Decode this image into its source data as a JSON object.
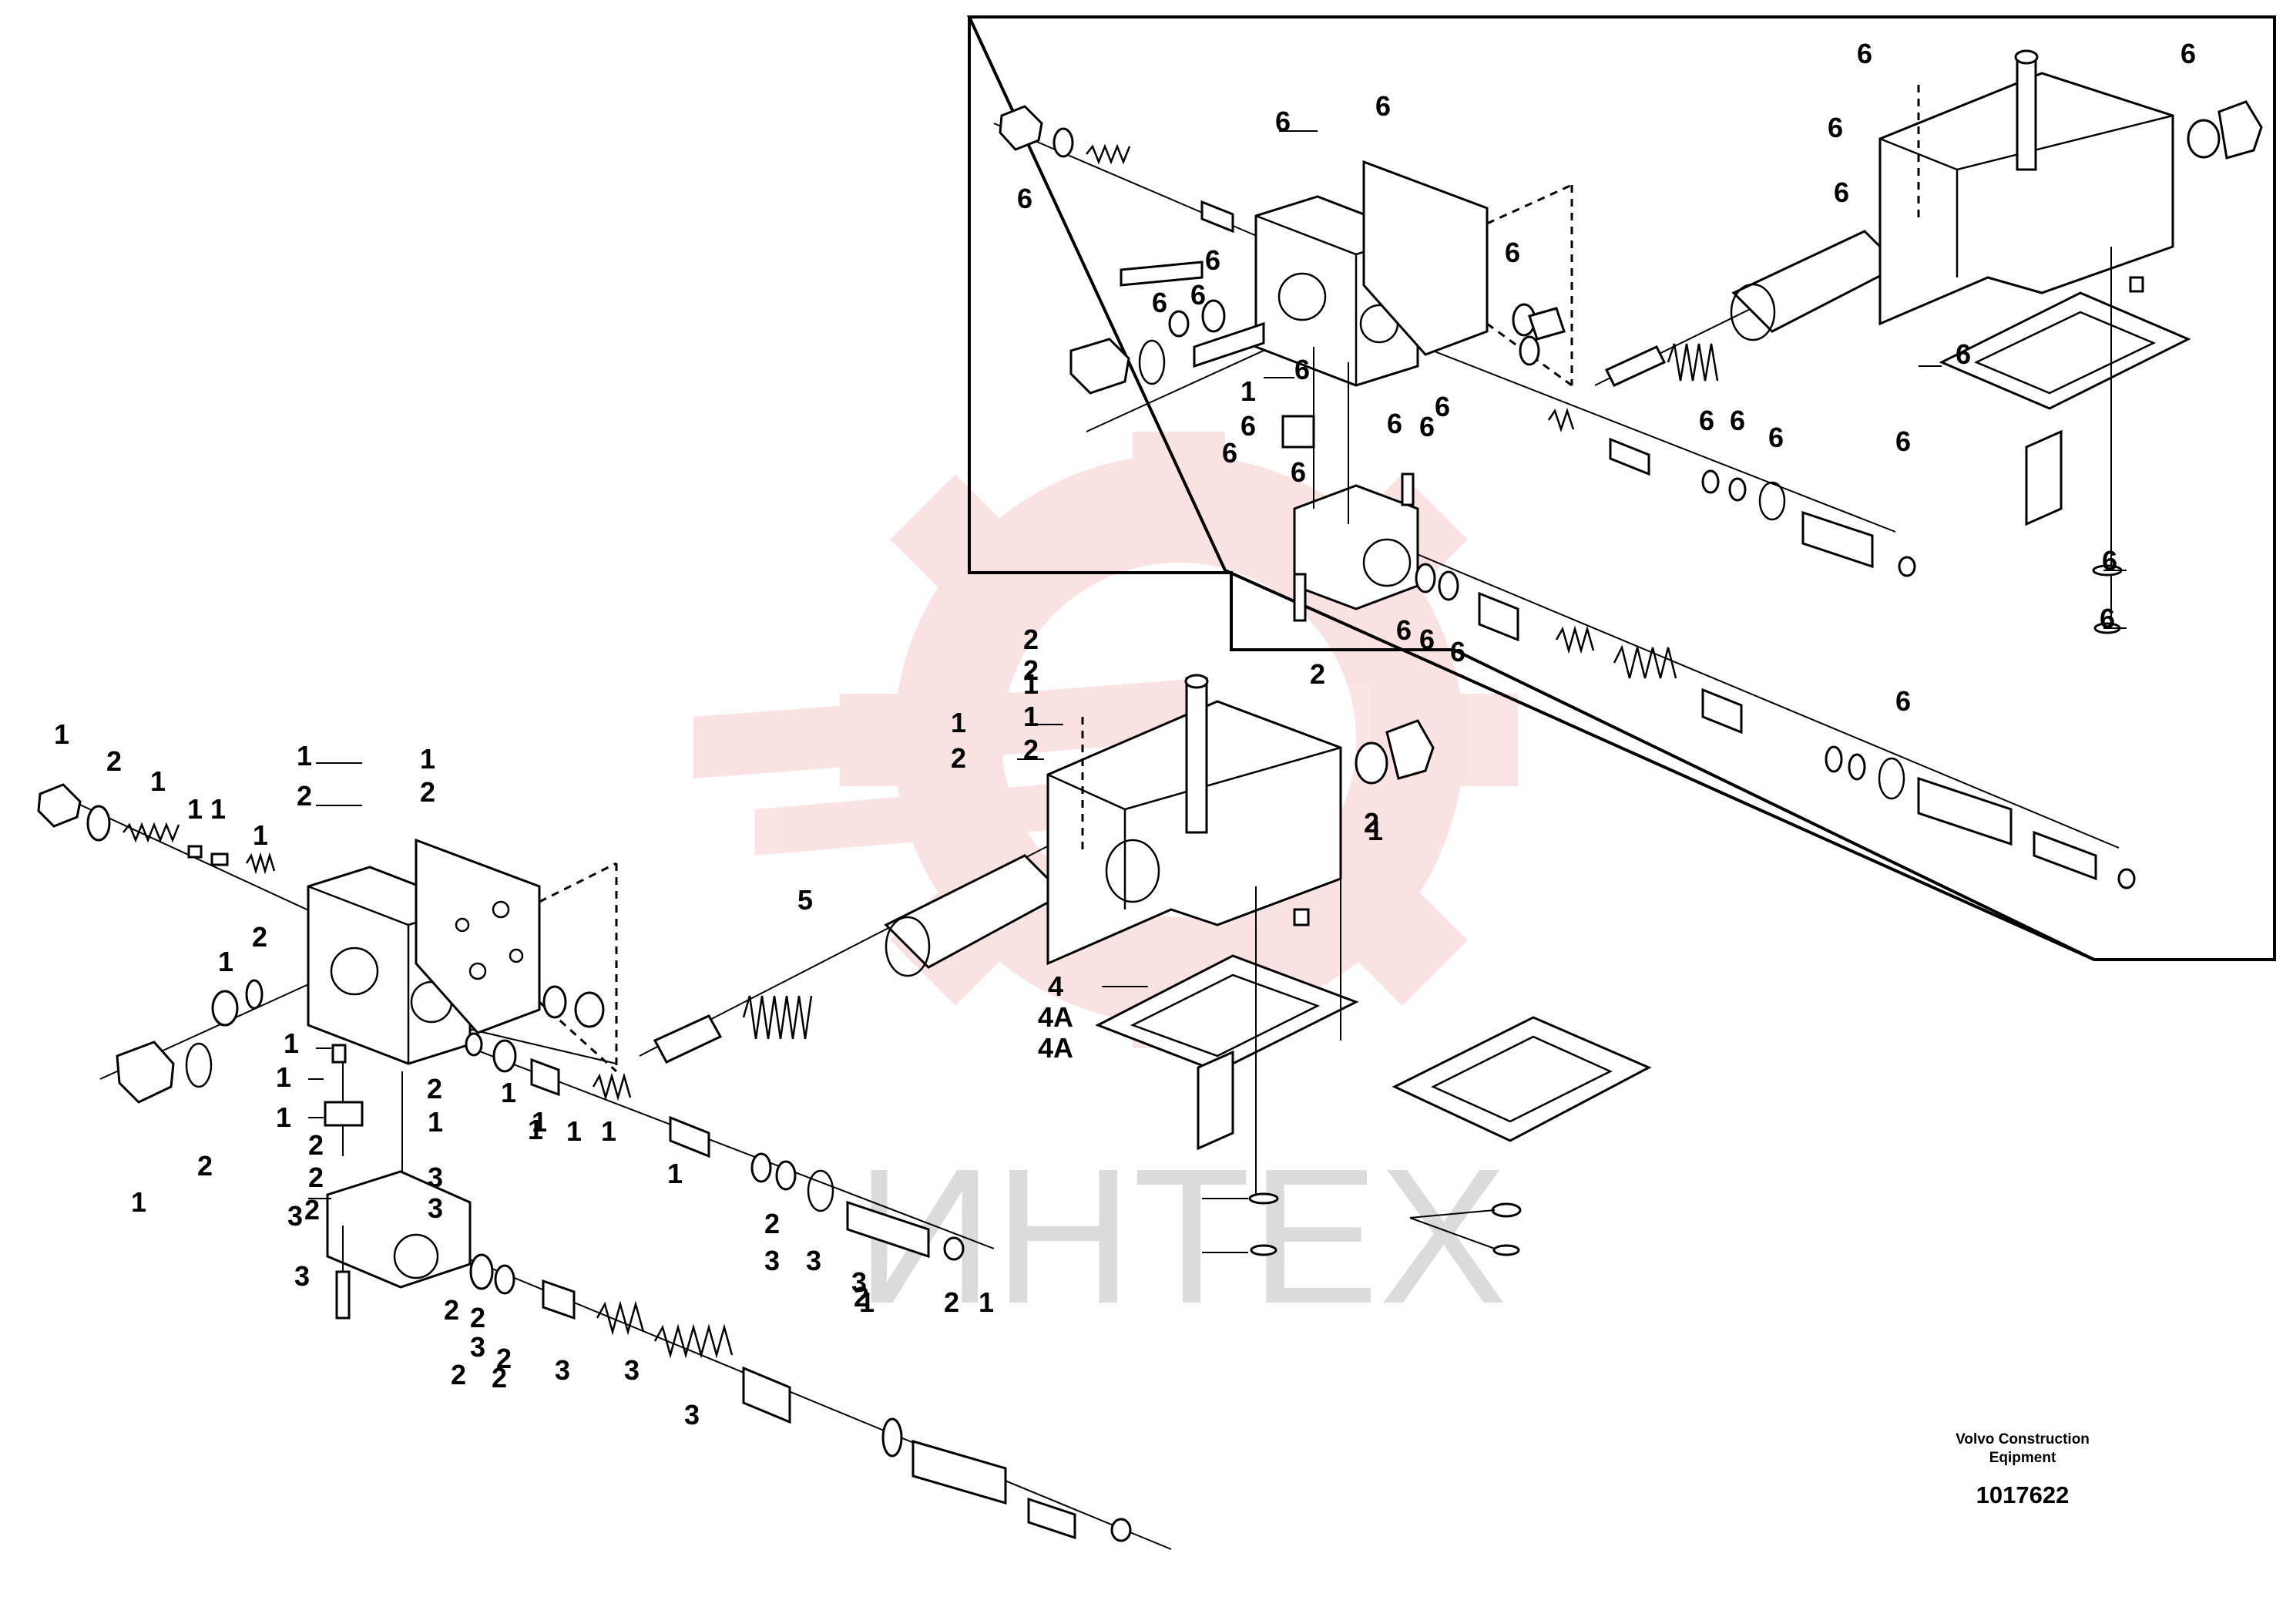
{
  "watermark": {
    "text": "ИНТЕХ",
    "colors": {
      "gear": "#e8262c",
      "text": "#9a9a9a"
    }
  },
  "credit": {
    "line1": "Volvo Construction",
    "line2": "Eqipment"
  },
  "drawing_number": "1017622",
  "callouts": [
    "1",
    "2",
    "1",
    "1",
    "1",
    "1",
    "1",
    "2",
    "1",
    "2",
    "1",
    "2",
    "1",
    "2",
    "1",
    "1",
    "1",
    "2",
    "1",
    "1",
    "2",
    "1",
    "2",
    "3",
    "2",
    "3",
    "1",
    "1",
    "1",
    "1",
    "3",
    "3",
    "2",
    "2",
    "3",
    "2",
    "2",
    "2",
    "3",
    "3",
    "3",
    "2",
    "3",
    "3",
    "3",
    "1",
    "2",
    "1",
    "2",
    "5",
    "2",
    "2",
    "1",
    "2",
    "4",
    "4A",
    "4A",
    "2",
    "1",
    "6",
    "6",
    "6",
    "6",
    "6",
    "6",
    "6",
    "6",
    "6",
    "6",
    "6",
    "6",
    "6",
    "6",
    "6",
    "6",
    "6",
    "6",
    "6",
    "6",
    "6",
    "6",
    "6",
    "6",
    "6",
    "6",
    "6",
    "6",
    "6",
    "1",
    "1",
    "2",
    "1",
    "2"
  ]
}
